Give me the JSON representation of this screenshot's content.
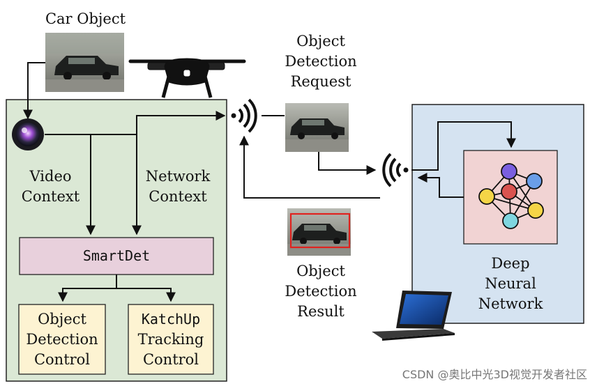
{
  "car_object": {
    "label": "Car Object"
  },
  "request": {
    "line1": "Object",
    "line2": "Detection",
    "line3": "Request"
  },
  "result": {
    "line1": "Object",
    "line2": "Detection",
    "line3": "Result"
  },
  "video_context": {
    "line1": "Video",
    "line2": "Context"
  },
  "network_context": {
    "line1": "Network",
    "line2": "Context"
  },
  "smartdet": {
    "label": "SmartDet"
  },
  "object_detection_control": {
    "line1": "Object",
    "line2": "Detection",
    "line3": "Control"
  },
  "katchup_control": {
    "line1": "KatchUp",
    "line2": "Tracking",
    "line3": "Control"
  },
  "dnn": {
    "line1": "Deep",
    "line2": "Neural",
    "line3": "Network"
  },
  "watermark": {
    "text": "CSDN @奥比中光3D视觉开发者社区"
  },
  "colors": {
    "drone_panel": "#dbe8d5",
    "server_panel": "#d5e3f1",
    "smartdet_box": "#e8d0dc",
    "control_box": "#fdf3d2",
    "dnn_box": "#f1d3d3",
    "node_purple": "#7a5fe0",
    "node_blue": "#6a9ee8",
    "node_red": "#d9534f",
    "node_yellow": "#f5d547",
    "node_cyan": "#7fd6e0"
  }
}
